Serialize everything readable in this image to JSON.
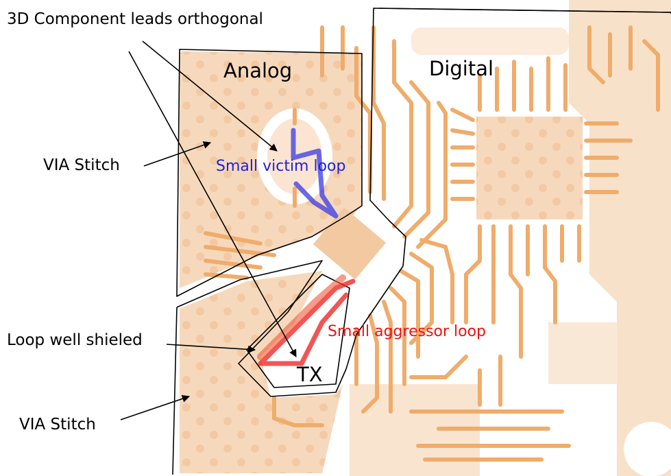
{
  "labels": {
    "annotation_top": "3D Component leads orthogonal",
    "region_analog": "Analog",
    "region_digital": "Digital",
    "via_stitch_upper": "VIA Stitch",
    "victim_loop": "Small victim loop",
    "loop_shielded": "Loop well shieled",
    "aggressor_loop": "Small aggressor loop",
    "tx": "TX",
    "via_stitch_lower": "VIA Stitch"
  },
  "colors": {
    "copper_pour": "#f6d9bc",
    "trace": "#efac6b",
    "pad_light": "#fbe5d2",
    "outline": "#000000",
    "victim": "#2a2ae0",
    "aggressor": "#e81a1a"
  }
}
